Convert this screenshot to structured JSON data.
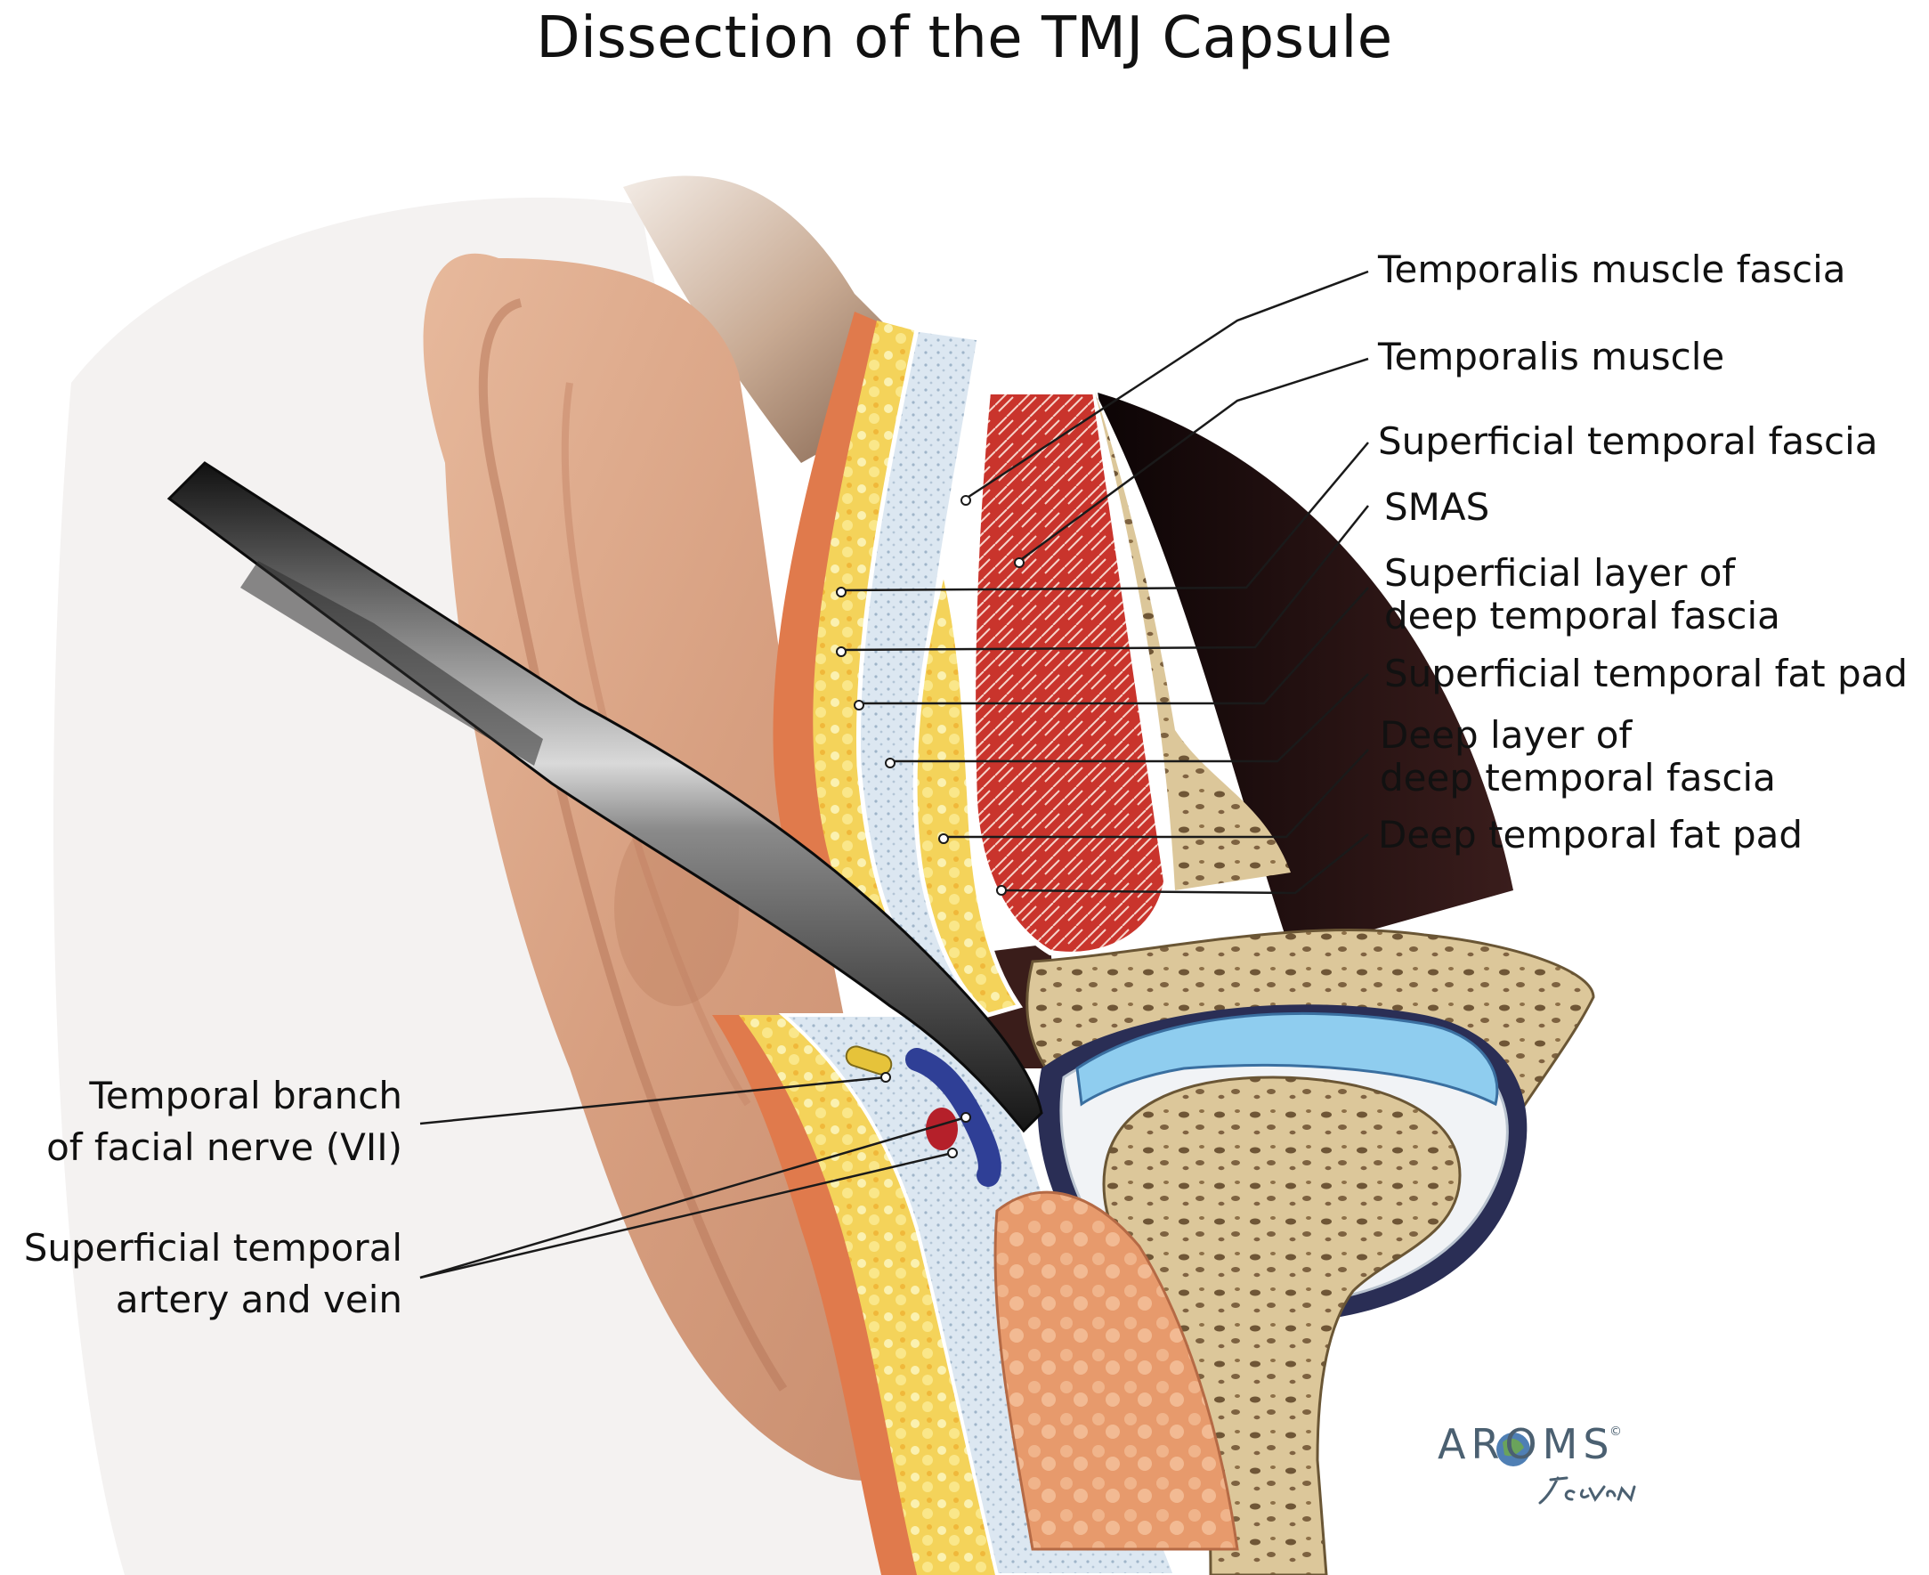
{
  "title": "Dissection of the TMJ Capsule",
  "labels_right": [
    "Temporalis muscle fascia",
    "Temporalis muscle",
    "Superficial temporal fascia",
    "SMAS",
    "Superficial layer of",
    "deep temporal fascia",
    "Superficial temporal fat pad",
    "Deep layer of",
    "deep temporal fascia",
    "Deep temporal fat pad"
  ],
  "labels_left": [
    "Temporal branch",
    "of facial nerve (VII)",
    "Superficial temporal",
    "artery and vein"
  ],
  "credits": {
    "logo": "AROMS",
    "copyright": "©",
    "signature": "J. Chovan"
  },
  "colors": {
    "muscle": "#c9342c",
    "fat": "#f4d35a",
    "fascia": "#dce7f1",
    "bone": "#dcc79a",
    "articular_disc": "#8fcdef",
    "capsule": "#2a2e55",
    "nerve": "#e6c33a",
    "vein": "#2f3f96",
    "artery": "#b5202a"
  }
}
